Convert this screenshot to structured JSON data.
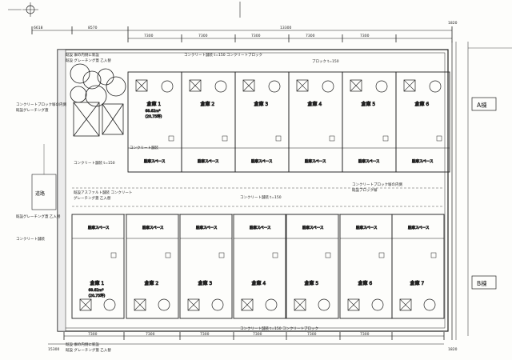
{
  "plan": {
    "top_dims": [
      "6618",
      "8570",
      "7300",
      "7300",
      "7300",
      "13300"
    ],
    "top_sub_dims": [
      "7300",
      "7300",
      "7300",
      "7300",
      "7300"
    ],
    "bottom_dims": [
      "7300",
      "7300",
      "7300",
      "7300",
      "7300",
      "7300"
    ],
    "bottom_left_dim": "15300",
    "top_right_dim": "1820",
    "bottom_right_dim": "1820",
    "road_label": "道路",
    "building_a_label": "A棟",
    "building_b_label": "B棟",
    "top_units": [
      {
        "name": "倉庫 1",
        "area": "68.62m²",
        "tsubo": "(20.75坪)",
        "sub": "駐車スペース"
      },
      {
        "name": "倉庫 2",
        "sub": "駐車スペース"
      },
      {
        "name": "倉庫 3",
        "sub": "駐車スペース"
      },
      {
        "name": "倉庫 4",
        "sub": "駐車スペース"
      },
      {
        "name": "倉庫 5",
        "sub": "駐車スペース"
      },
      {
        "name": "倉庫 6",
        "sub": "駐車スペース"
      }
    ],
    "bottom_units": [
      {
        "name": "倉庫 1",
        "area": "68.62m²",
        "tsubo": "(20.75坪)",
        "sub": "駐車スペース"
      },
      {
        "name": "倉庫 2",
        "sub": "駐車スペース"
      },
      {
        "name": "倉庫 3",
        "sub": "駐車スペース"
      },
      {
        "name": "倉庫 4",
        "sub": "駐車スペース"
      },
      {
        "name": "倉庫 5",
        "sub": "駐車スペース"
      },
      {
        "name": "倉庫 6",
        "sub": "駐車スペース"
      },
      {
        "name": "倉庫 7",
        "sub": "駐車スペース"
      }
    ],
    "notes": {
      "top_left_1": "既設 塀の内側に新設",
      "top_left_2": "既設 グレーチング蓋 乙入替",
      "left_1": "コンクリートブロック塀の内側",
      "left_2": "既設グレーチング蓋",
      "left_3": "コンクリート舗装",
      "mid_left_1": "既設アスファルト舗装 コンクリート",
      "mid_left_2": "グレーチング蓋 乙入替",
      "mid_left_3": "既設グレーチング蓋 乙入替",
      "mid_left_4": "コンクリート舗装",
      "top_mid": "コンクリート舗装 t=150 コンクリートブロック",
      "top_mid2": "ブロック t=150",
      "center_band": "コンクリート舗装 t=150",
      "center_band2": "コンクリート舗装 t=150",
      "right_1": "コンクリートブロック塀の内側",
      "right_2": "既設ブロック塀",
      "bottom_left_1": "既設 塀の内側に新設",
      "bottom_left_2": "既設 グレーチング蓋 乙入替",
      "bottom_mid": "コンクリート舗装 t=150 コンクリートブロック"
    }
  }
}
